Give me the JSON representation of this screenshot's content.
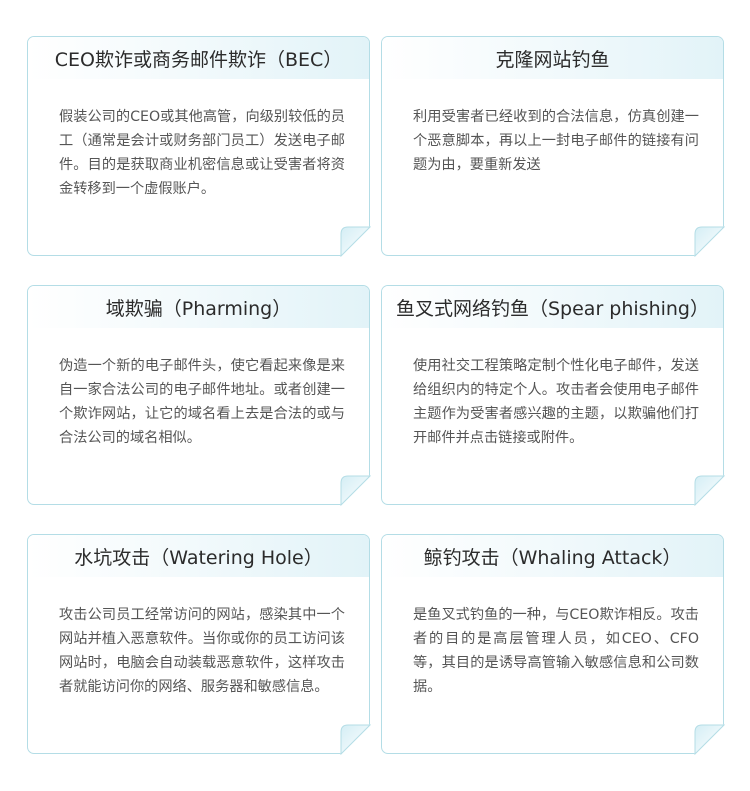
{
  "cards": [
    {
      "title": "CEO欺诈或商务邮件欺诈（BEC）",
      "body": "假装公司的CEO或其他高管，向级别较低的员工（通常是会计或财务部门员工）发送电子邮件。目的是获取商业机密信息或让受害者将资金转移到一个虚假账户。"
    },
    {
      "title": "克隆网站钓鱼",
      "body": "利用受害者已经收到的合法信息，仿真创建一个恶意脚本，再以上一封电子邮件的链接有问题为由，要重新发送"
    },
    {
      "title": "域欺骗（Pharming）",
      "body": "伪造一个新的电子邮件头，使它看起来像是来自一家合法公司的电子邮件地址。或者创建一个欺诈网站，让它的域名看上去是合法的或与合法公司的域名相似。"
    },
    {
      "title": "鱼叉式网络钓鱼（Spear phishing）",
      "body": "使用社交工程策略定制个性化电子邮件，发送给组织内的特定个人。攻击者会使用电子邮件主题作为受害者感兴趣的主题，以欺骗他们打开邮件并点击链接或附件。"
    },
    {
      "title": "水坑攻击（Watering Hole）",
      "body": "攻击公司员工经常访问的网站，感染其中一个网站并植入恶意软件。当你或你的员工访问该网站时，电脑会自动装载恶意软件，这样攻击者就能访问你的网络、服务器和敏感信息。"
    },
    {
      "title": "鲸钓攻击（Whaling Attack）",
      "body": "是鱼叉式钓鱼的一种，与CEO欺诈相反。攻击者的目的是高层管理人员，如CEO、CFO等，其目的是诱导高管输入敏感信息和公司数据。"
    }
  ],
  "colors": {
    "border": "#b4dde6",
    "header_gradient_end": "#e2f3f8",
    "title_text": "#2b2b2b",
    "body_text": "#555555"
  }
}
